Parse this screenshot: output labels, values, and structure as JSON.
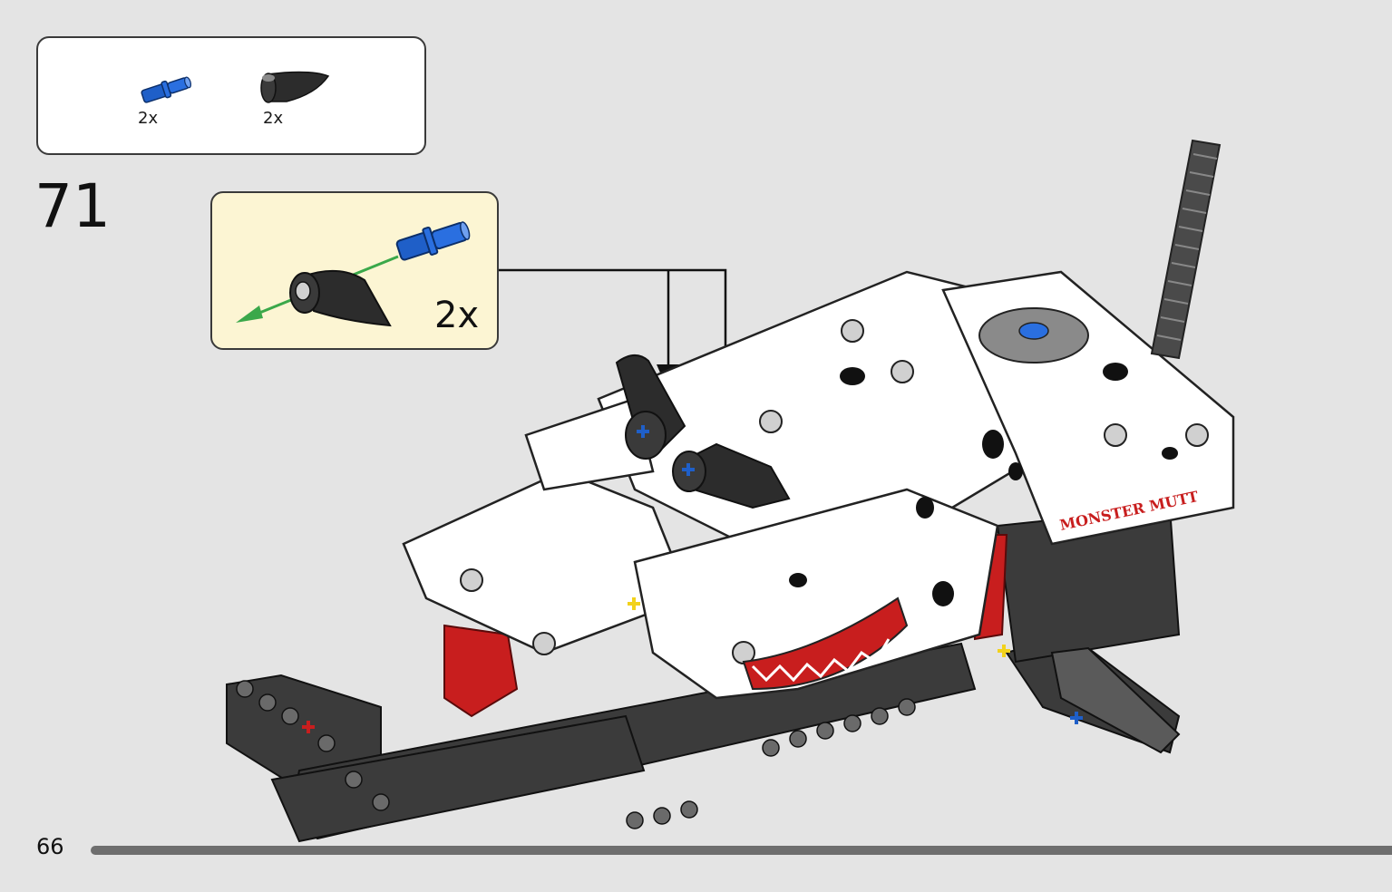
{
  "parts_list": {
    "items": [
      {
        "icon": "blue-axle-pin-icon",
        "quantity": "2x",
        "color": "#1f5fc8"
      },
      {
        "icon": "black-cone-piece-icon",
        "quantity": "2x",
        "color": "#2c2c2c"
      }
    ]
  },
  "step": {
    "number": "71"
  },
  "callout": {
    "quantity": "2x",
    "arrow_color": "#3aa84a"
  },
  "page": {
    "number": "66",
    "progress_color": "#6e6e6e"
  },
  "model": {
    "decal_text": "MONSTER MUTT",
    "body_color": "#ffffff",
    "accent_color": "#c81e1e"
  }
}
